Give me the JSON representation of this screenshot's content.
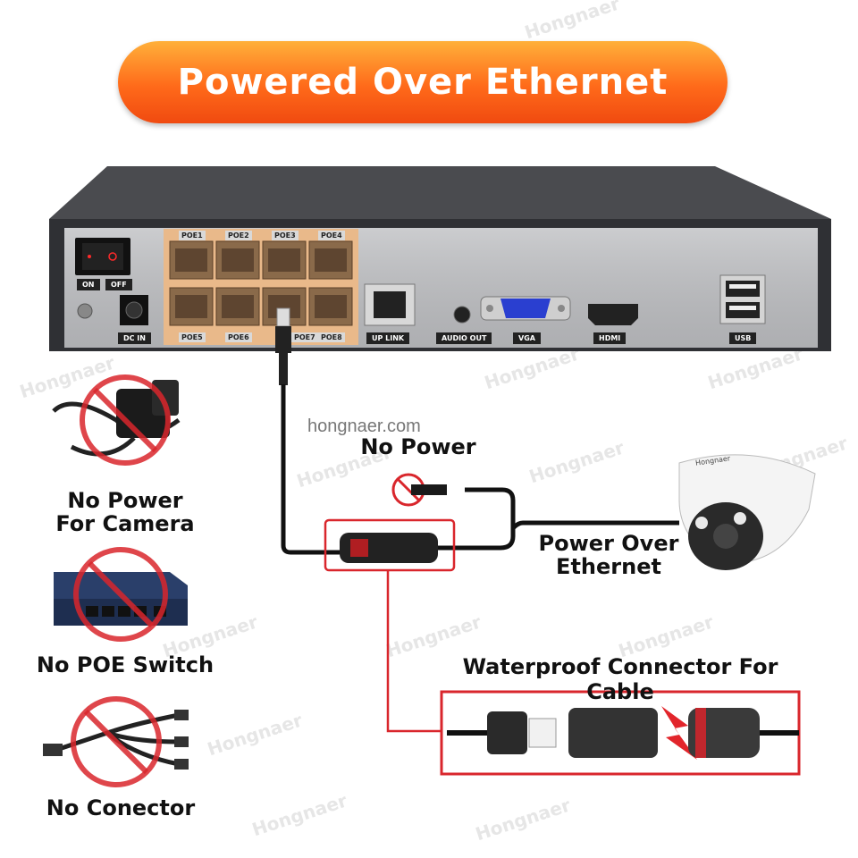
{
  "banner": {
    "title": "Powered Over Ethernet"
  },
  "nvr": {
    "switch_on": "ON",
    "switch_off": "OFF",
    "dc_in": "DC IN",
    "poe_top": [
      "POE1",
      "POE2",
      "POE3",
      "POE4"
    ],
    "poe_bottom": [
      "POE5",
      "POE6",
      "POE7",
      "POE8"
    ],
    "uplink": "UP LINK",
    "audio_out": "AUDIO OUT",
    "vga": "VGA",
    "hdmi": "HDMI",
    "usb": "USB"
  },
  "website": "hongnaer.com",
  "labels": {
    "no_power": "No Power",
    "power_over_ethernet_1": "Power Over",
    "power_over_ethernet_2": "Ethernet",
    "waterproof": "Waterproof Connector For Cable",
    "no_power_camera_1": "No Power",
    "no_power_camera_2": "For Camera",
    "no_poe_switch": "No POE Switch",
    "no_connector": "No Conector"
  },
  "camera": {
    "brand": "Hongnaer"
  },
  "watermark": "Hongnaer",
  "colors": {
    "banner_orange": "#ff7a1e",
    "prohibit_red": "#d9262c",
    "poe_panel": "#e9b98a"
  }
}
